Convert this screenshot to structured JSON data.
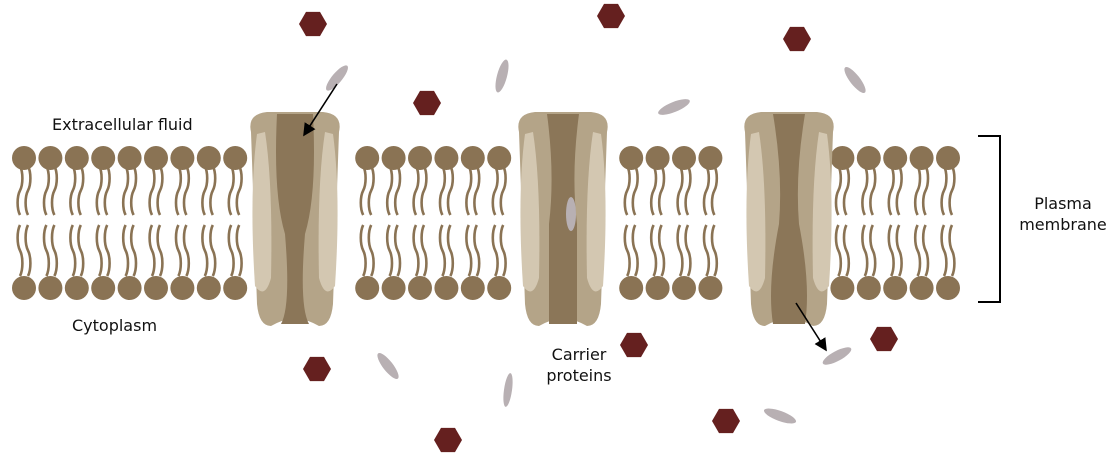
{
  "labels": {
    "extracellular": "Extracellular fluid",
    "cytoplasm": "Cytoplasm",
    "carrier_line1": "Carrier",
    "carrier_line2": "proteins",
    "plasma_line1": "Plasma",
    "plasma_line2": "membrane"
  },
  "colors": {
    "lipid_head": "#8a7354",
    "lipid_tail": "#8a7354",
    "protein_outer": "#b4a488",
    "protein_dark": "#8b7658",
    "protein_light": "#d3c7b1",
    "hexagon_molecule": "#65201f",
    "oval_molecule": "#b8b0b3",
    "arrow": "#000000",
    "bracket": "#000000"
  },
  "icons": {
    "hexagon": "hexagon-molecule-icon",
    "oval": "oval-molecule-icon",
    "carrier": "carrier-protein-icon"
  }
}
